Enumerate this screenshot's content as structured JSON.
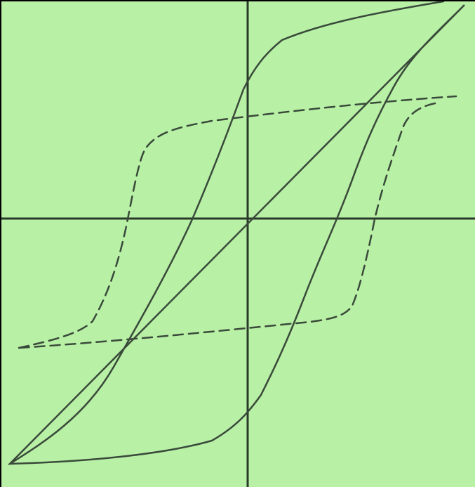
{
  "figure": {
    "background": "#b8f0a6",
    "border_color": "#000000",
    "axis_color": "#2a3a2a",
    "curve_color": "#3a4a3a"
  },
  "diagram": {
    "type": "hysteresis-loops",
    "axes": [
      "horizontal-axis",
      "vertical-axis"
    ],
    "curves": [
      {
        "id": "solid-loop",
        "line_style": "solid",
        "label": ""
      },
      {
        "id": "dashed-loop",
        "line_style": "dashed",
        "label": ""
      }
    ]
  }
}
